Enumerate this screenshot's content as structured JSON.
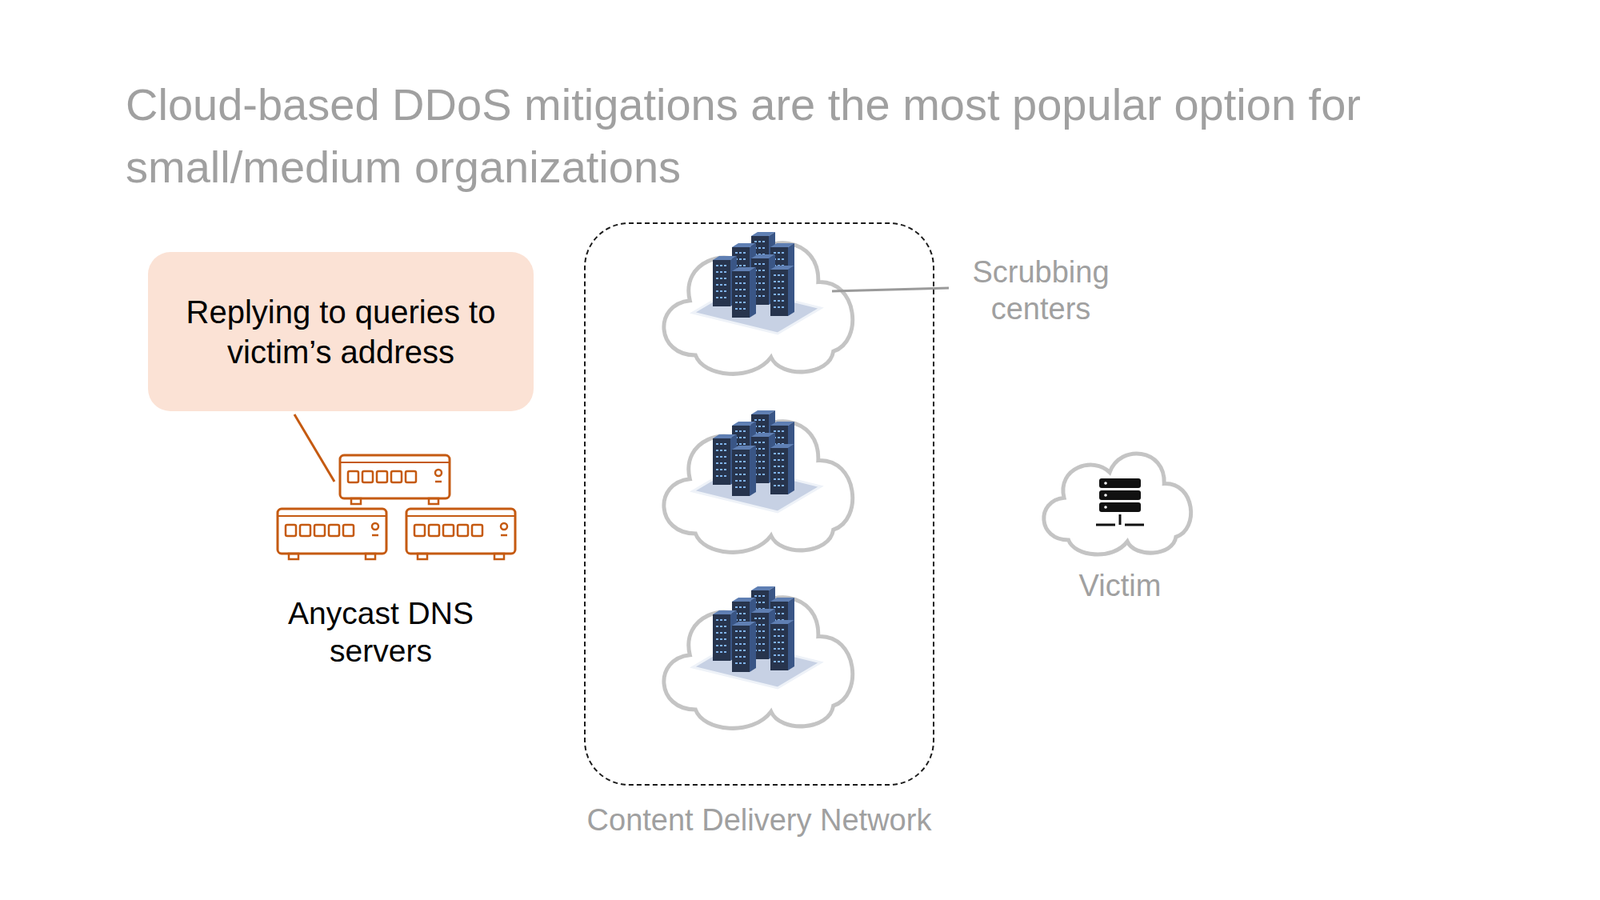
{
  "diagram": {
    "title": "Cloud-based DDoS mitigations are the most popular option for small/medium organizations",
    "nodes": [
      {
        "text": [
          "Replying to queries to victim’s address"
        ]
      },
      {
        "text": [
          "Content Delivery Network"
        ]
      },
      {
        "text": [
          "Victim"
        ]
      }
    ],
    "labels": [
      "Anycast DNS servers",
      "Scrubbing centers"
    ]
  }
}
